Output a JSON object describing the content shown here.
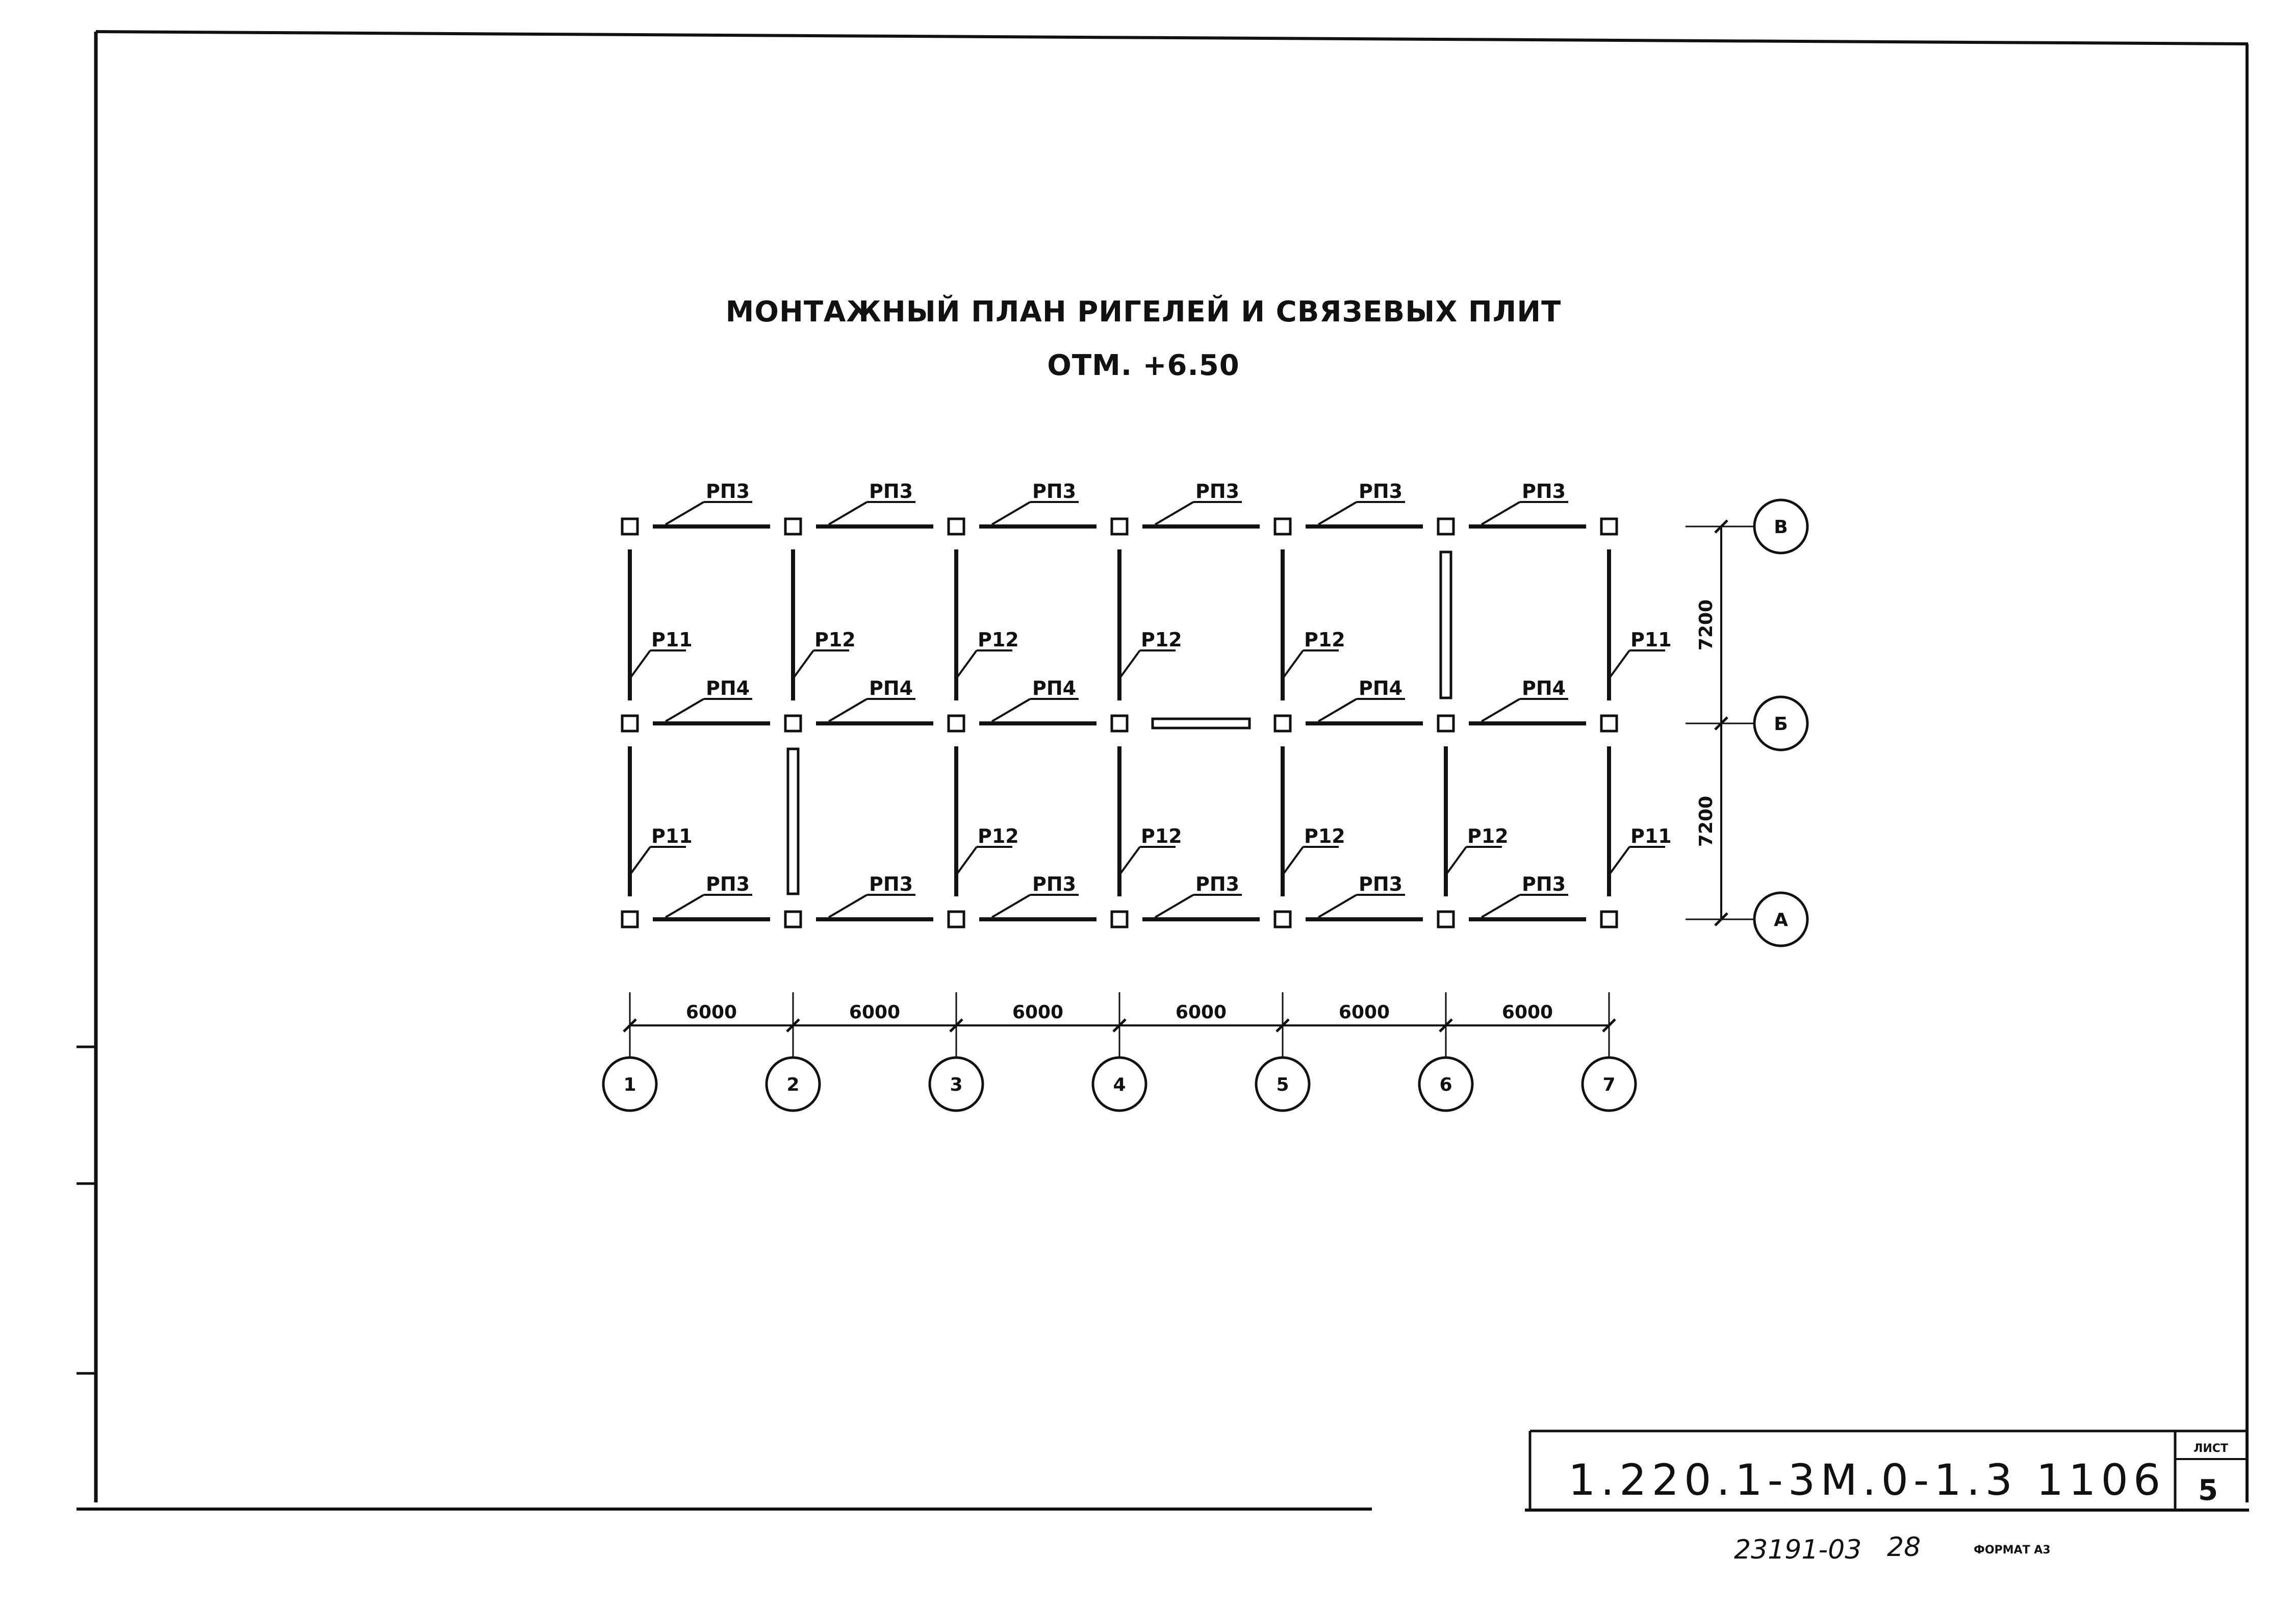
{
  "title": {
    "line1": "МОНТАЖНЫЙ ПЛАН РИГЕЛЕЙ И СВЯЗЕВЫХ ПЛИТ",
    "line2": "ОТМ. +6.50"
  },
  "column_axes": [
    "1",
    "2",
    "3",
    "4",
    "5",
    "6",
    "7"
  ],
  "row_axes": [
    "В",
    "Б",
    "А"
  ],
  "span_dimensions": [
    "6000",
    "6000",
    "6000",
    "6000",
    "6000",
    "6000"
  ],
  "row_dimensions": [
    "7200",
    "7200"
  ],
  "beams_top": [
    "РП3",
    "РП3",
    "РП3",
    "РП3",
    "РП3",
    "РП3"
  ],
  "beams_middle": [
    "РП4",
    "РП4",
    "РП4",
    "",
    "РП4",
    "РП4"
  ],
  "beams_bottom": [
    "РП3",
    "РП3",
    "РП3",
    "РП3",
    "РП3",
    "РП3"
  ],
  "girders_upper": [
    "Р11",
    "Р12",
    "Р12",
    "Р12",
    "Р12",
    "",
    "Р11"
  ],
  "girders_lower": [
    "Р11",
    "",
    "Р12",
    "Р12",
    "Р12",
    "Р12",
    "Р11"
  ],
  "title_block": {
    "code": "1.220.1-3М.0-1.3 1106",
    "sheet_label": "ЛИСТ",
    "sheet_number": "5",
    "handwritten": "23191-03",
    "handwritten_page": "28",
    "format": "ФОРМАТ А3"
  }
}
